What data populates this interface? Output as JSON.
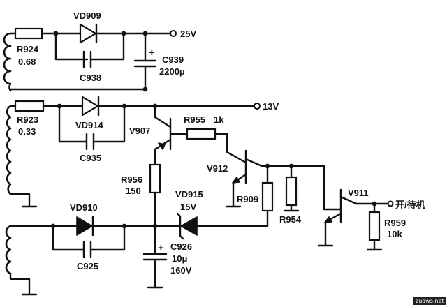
{
  "diagram": {
    "rails": {
      "v25": "25V",
      "v13": "13V",
      "standby": "开/待机"
    },
    "components": {
      "r924": {
        "ref": "R924",
        "value": "0.68"
      },
      "vd909": {
        "ref": "VD909"
      },
      "c938": {
        "ref": "C938"
      },
      "c939": {
        "ref": "C939",
        "value": "2200μ",
        "polarity": "+"
      },
      "r923": {
        "ref": "R923",
        "value": "0.33"
      },
      "vd914": {
        "ref": "VD914"
      },
      "c935": {
        "ref": "C935"
      },
      "v907": {
        "ref": "V907"
      },
      "r955": {
        "ref": "R955",
        "value": "1k"
      },
      "v912": {
        "ref": "V912"
      },
      "r956": {
        "ref": "R956",
        "value": "150"
      },
      "r909": {
        "ref": "R909"
      },
      "r954": {
        "ref": "R954"
      },
      "v911": {
        "ref": "V911"
      },
      "r959": {
        "ref": "R959",
        "value": "10k"
      },
      "vd915": {
        "ref": "VD915",
        "value": "15V"
      },
      "vd910": {
        "ref": "VD910"
      },
      "c925": {
        "ref": "C925"
      },
      "c926": {
        "ref": "C926",
        "value": "10μ",
        "voltage": "160V",
        "polarity": "+"
      }
    },
    "watermark": "zuaws.net"
  }
}
